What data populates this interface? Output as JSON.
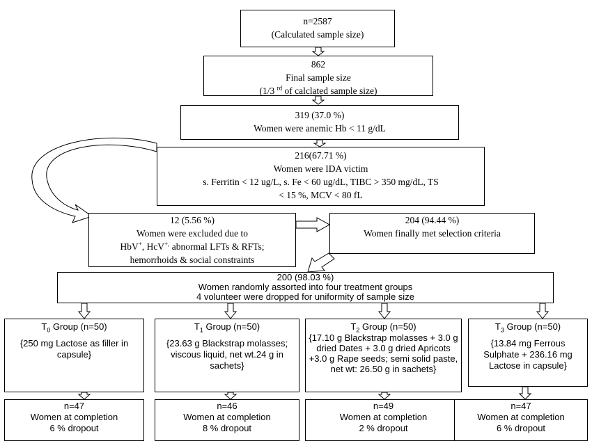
{
  "nodes": {
    "calc": {
      "line1": "n=2587",
      "line2": "(Calculated sample size)"
    },
    "final": {
      "line1": "862",
      "line2": "Final sample size",
      "line3_pre": "(1/3",
      "line3_sup": "rd",
      "line3_post": " of calclated sample size)"
    },
    "anemic": {
      "line1": "319 (37.0 %)",
      "line2": "Women were anemic Hb < 11 g/dL"
    },
    "ida": {
      "line1": "216(67.71 %)",
      "line2": "Women were IDA victim",
      "line3": "s. Ferritin < 12 ug/L, s. Fe < 60 ug/dL, TIBC > 350 mg/dL, TS",
      "line4": "< 15 %, MCV < 80 fL"
    },
    "excluded": {
      "line1": "12 (5.56 %)",
      "line2": "Women were excluded due to",
      "line3_a": "HbV",
      "line3_sup1": "+",
      "line3_b": ", HcV",
      "line3_sup2": "+,",
      "line3_c": " abnormal LFTs & RFTs;",
      "line4": "hemorrhoids & social constraints"
    },
    "selected": {
      "line1": "204 (94.44 %)",
      "line2": "Women finally met selection criteria"
    },
    "randomized": {
      "line1": "200 (98.03 %)",
      "line2": "Women randomly assorted into four treatment groups",
      "line3": "4 volunteer were dropped for uniformity of sample size"
    }
  },
  "groups": [
    {
      "prefix": "T",
      "sub": "0",
      "title_rest": " Group (n=50)",
      "desc": "{250 mg Lactose as filler in capsule}",
      "completion": {
        "n": "n=47",
        "label": "Women at completion",
        "dropout": "6 % dropout"
      }
    },
    {
      "prefix": "T",
      "sub": "1",
      "title_rest": " Group (n=50)",
      "desc": "{23.63 g Blackstrap molasses; viscous liquid, net wt.24 g in sachets}",
      "completion": {
        "n": "n=46",
        "label": "Women at completion",
        "dropout": "8 % dropout"
      }
    },
    {
      "prefix": "T",
      "sub": "2",
      "title_rest": " Group (n=50)",
      "desc": "{17.10 g Blackstrap molasses + 3.0 g dried Dates + 3.0 g dried Apricots +3.0 g Rape seeds; semi solid paste, net wt: 26.50 g in sachets}",
      "completion": {
        "n": "n=49",
        "label": "Women at completion",
        "dropout": "2 % dropout"
      }
    },
    {
      "prefix": "T",
      "sub": "3",
      "title_rest": " Group (n=50)",
      "desc": "{13.84 mg Ferrous Sulphate + 236.16 mg Lactose in capsule}",
      "completion": {
        "n": "n=47",
        "label": "Women at completion",
        "dropout": "6 % dropout"
      }
    }
  ]
}
